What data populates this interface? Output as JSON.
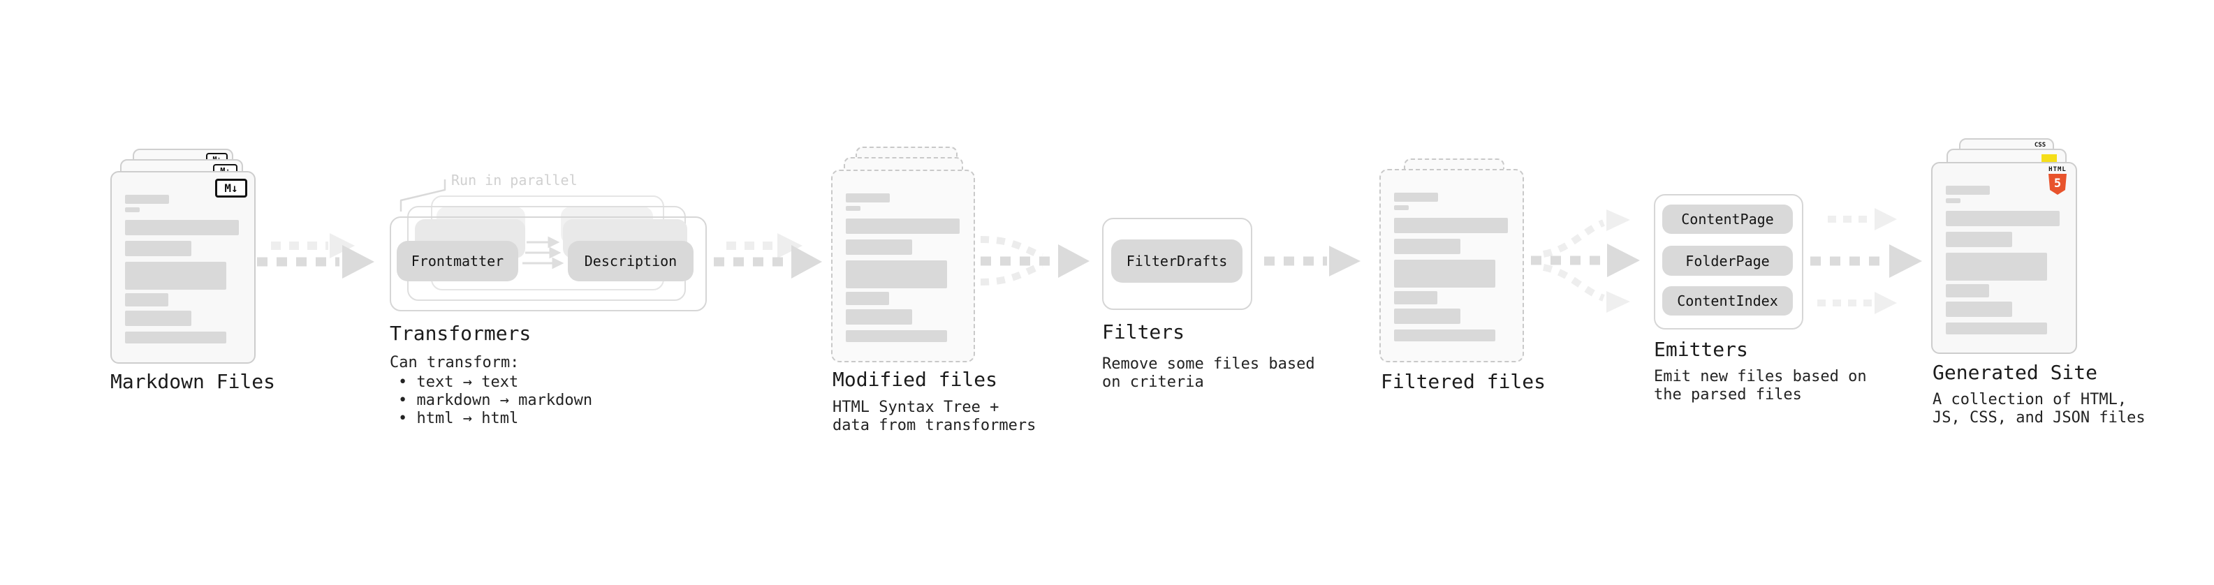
{
  "diagram": {
    "stages": [
      {
        "id": "markdown-files",
        "label": "Markdown Files"
      },
      {
        "id": "transformers",
        "label": "Transformers",
        "annotation": "Run in parallel",
        "pills": [
          "Frontmatter",
          "Description"
        ],
        "caption": "Can transform:",
        "bullets": [
          "• text → text",
          "• markdown → markdown",
          "• html → html"
        ]
      },
      {
        "id": "modified-files",
        "label": "Modified files",
        "caption": "HTML Syntax Tree +\ndata from transformers"
      },
      {
        "id": "filters",
        "label": "Filters",
        "pills": [
          "FilterDrafts"
        ],
        "caption": "Remove some files based\non criteria"
      },
      {
        "id": "filtered-files",
        "label": "Filtered files"
      },
      {
        "id": "emitters",
        "label": "Emitters",
        "pills": [
          "ContentPage",
          "FolderPage",
          "ContentIndex"
        ],
        "caption": "Emit new files based on\nthe parsed files"
      },
      {
        "id": "generated-site",
        "label": "Generated Site",
        "caption": "A collection of HTML,\nJS, CSS, and JSON files"
      }
    ],
    "icons": {
      "markdown_badge": "M↓",
      "html5_label": "HTML",
      "html5_glyph": "5",
      "css_label": "CSS"
    },
    "colors": {
      "html5_orange": "#e8532c",
      "js_yellow": "#f5de19",
      "css_blue": "#2e6be5",
      "placeholder_gray": "#d9d9d9",
      "pill_gray": "#d9d9d9",
      "arrow_gray": "#dbdbdb",
      "arrow_ghost": "#efefef",
      "annotation_gray": "#d0d0d0"
    }
  }
}
